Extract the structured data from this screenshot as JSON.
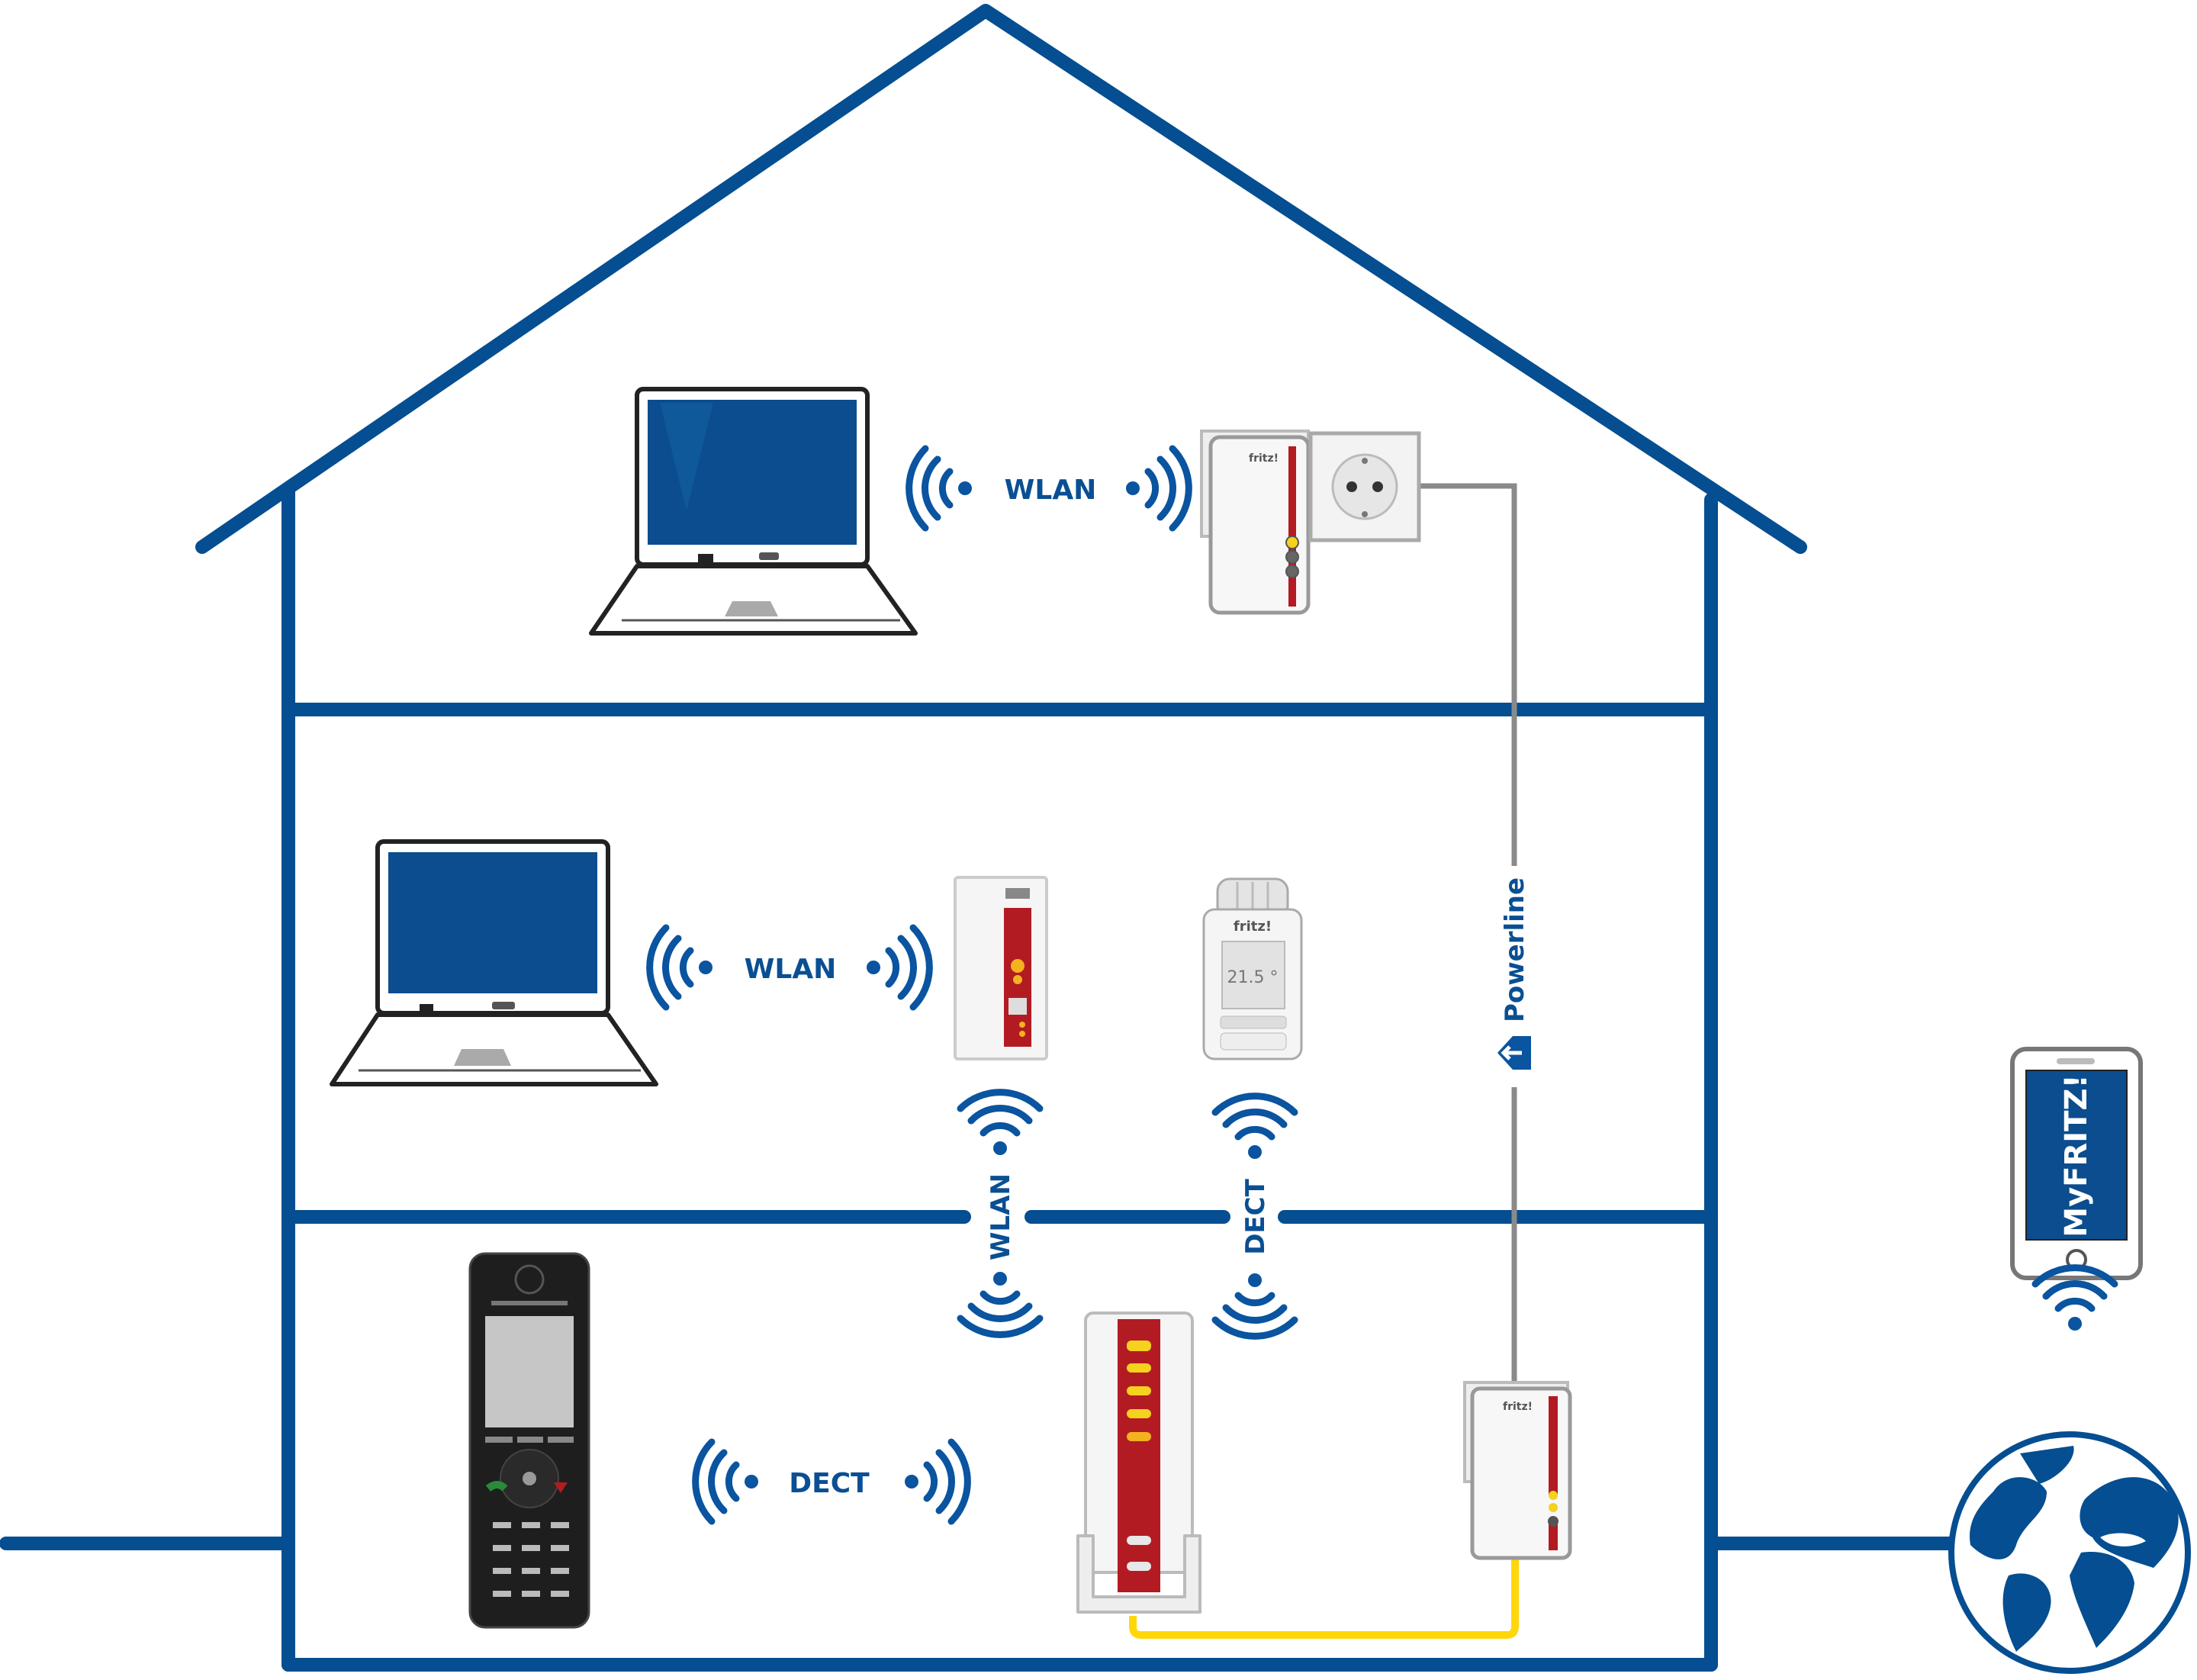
{
  "title": "FRITZ! home network diagram",
  "colors": {
    "house": "#044e91",
    "signal": "#0a54a0",
    "powerline_cable": "#8a8a8a",
    "lan_cable": "#ffd70a",
    "device_red": "#b31b22",
    "led_yellow": "#f4d21e",
    "screen_blue": "#0b4d8e"
  },
  "floors": [
    {
      "name": "attic",
      "devices": [
        "laptop",
        "powerline-adapter-wlan",
        "wall-socket"
      ],
      "link": {
        "label": "WLAN",
        "type": "wlan"
      }
    },
    {
      "name": "first-floor",
      "devices": [
        "laptop",
        "wlan-repeater",
        "radiator-thermostat"
      ],
      "link": {
        "label": "WLAN",
        "type": "wlan"
      },
      "thermostat_display": "21.5 °"
    },
    {
      "name": "ground-floor",
      "devices": [
        "dect-handset",
        "fritzbox-router",
        "powerline-adapter"
      ],
      "link": {
        "label": "DECT",
        "type": "dect"
      }
    }
  ],
  "vertical_links": [
    {
      "label": "WLAN",
      "type": "wlan"
    },
    {
      "label": "DECT",
      "type": "dect"
    }
  ],
  "powerline": {
    "label": "Powerline"
  },
  "outside": {
    "smartphone_app": "MyFRITZ!",
    "internet": "globe"
  }
}
